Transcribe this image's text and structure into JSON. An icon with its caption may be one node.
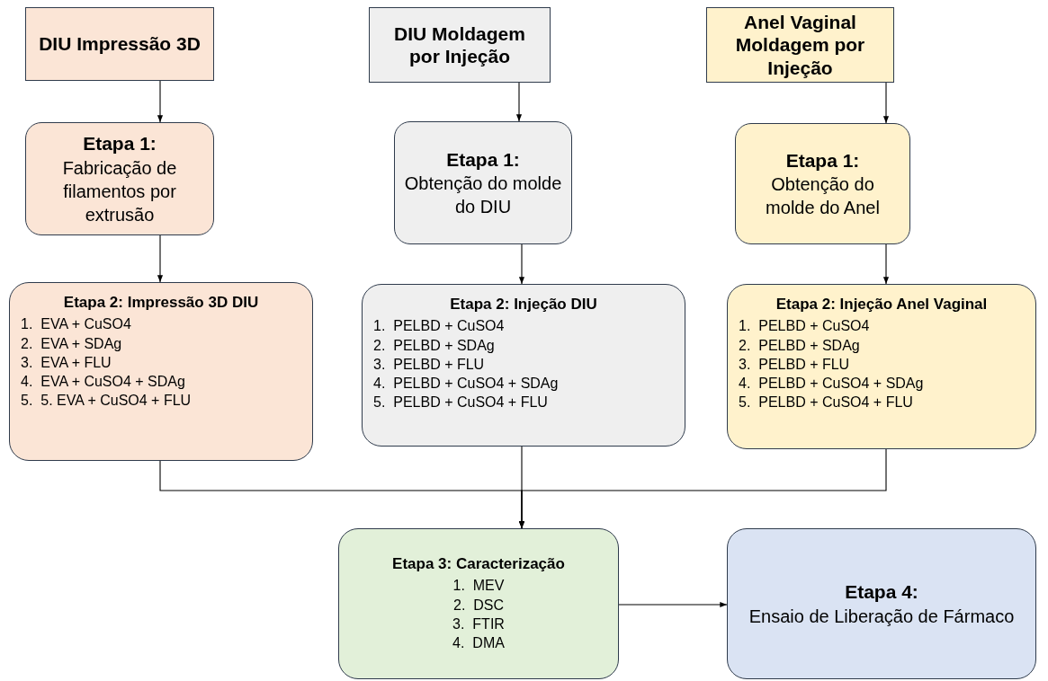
{
  "diagram": {
    "nodes": [
      {
        "text": [
          "DIU Impressão 3D"
        ]
      },
      {
        "text": [
          "DIU Moldagem por Injeção"
        ]
      },
      {
        "text": [
          "Anel Vaginal Moldagem por Injeção"
        ]
      },
      {
        "text": [
          "Etapa 1:",
          "Fabricação de filamentos por extrusão"
        ]
      },
      {
        "text": [
          "Etapa 1:",
          "Obtenção do molde do DIU"
        ]
      },
      {
        "text": [
          "Etapa 1:",
          "Obtenção do molde do Anel"
        ]
      },
      {
        "text": [
          "Etapa 2: Impressão 3D DIU",
          "1.  EVA + CuSO4",
          "2.  EVA + SDAg",
          "3.  EVA + FLU",
          "4.  EVA + CuSO4 + SDAg",
          "5.  5. EVA + CuSO4 + FLU"
        ]
      },
      {
        "text": [
          "Etapa 2: Injeção DIU",
          "1.  PELBD + CuSO4",
          "2.  PELBD + SDAg",
          "3.  PELBD + FLU",
          "4.  PELBD + CuSO4 + SDAg",
          "5.  PELBD + CuSO4 + FLU"
        ]
      },
      {
        "text": [
          "Etapa 2: Injeção Anel Vaginal",
          "1.  PELBD + CuSO4",
          "2.  PELBD + SDAg",
          "3.  PELBD + FLU",
          "4.  PELBD + CuSO4 + SDAg",
          "5.  PELBD + CuSO4 + FLU"
        ]
      },
      {
        "text": [
          "Etapa 3: Caracterização",
          "1.  MEV",
          "2.  DSC",
          "3.  FTIR",
          "4.  DMA"
        ]
      },
      {
        "text": [
          "Etapa 4:",
          "Ensaio de Liberação de Fármaco"
        ]
      }
    ],
    "edges": [
      {
        "from": 0,
        "to": 3,
        "arrow": "to"
      },
      {
        "from": 1,
        "to": 4,
        "arrow": "to"
      },
      {
        "from": 2,
        "to": 5,
        "arrow": "to"
      },
      {
        "from": 3,
        "to": 6,
        "arrow": "to"
      },
      {
        "from": 4,
        "to": 7,
        "arrow": "to"
      },
      {
        "from": 5,
        "to": 8,
        "arrow": "to"
      },
      {
        "from": 6,
        "to": 9,
        "arrow": "to"
      },
      {
        "from": 7,
        "to": 9,
        "arrow": "to"
      },
      {
        "from": 8,
        "to": 9,
        "arrow": "to"
      },
      {
        "from": 9,
        "to": 10,
        "arrow": "to"
      }
    ]
  }
}
